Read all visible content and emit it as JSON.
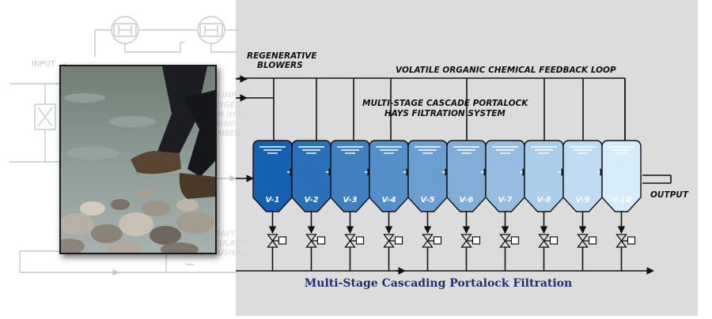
{
  "diagram": {
    "labels": {
      "input": "INPUT",
      "blowers_1": "REGENERATIVE",
      "blowers_2": "BLOWERS",
      "feedback": "VOLATILE ORGANIC CHEMICAL FEEDBACK LOOP",
      "system_1": "MULTI-STAGE CASCADE PORTALOCK",
      "system_2": "HAYS FILTRATION SYSTEM",
      "hios_1": "H IMPACT",
      "hios_2": "XYGEN",
      "hios_3": "EM (HIOS)",
      "hios_4": "IXING",
      "hios_5": "AMBER",
      "output": "OUTPUT",
      "heavy_1": "EAVY",
      "heavy_2": "CULATES",
      "heavy_3": "AND FLUSHING"
    },
    "vessels": [
      "V-1",
      "V-2",
      "V-3",
      "V-4",
      "V-5",
      "V-6",
      "V-7",
      "V-8",
      "V-9",
      "V-10"
    ],
    "caption": "Multi-Stage Cascading Portalock Filtration"
  },
  "colors": {
    "panel_bg": "#dcdcdc",
    "line": "#111111",
    "faded_line": "#c4c8cc",
    "caption": "#1f2f6e",
    "vessel_dark": "#1560b0",
    "vessel_light": "#d6ecfa"
  },
  "icons": [
    "blower-icon",
    "valve-icon",
    "mixing-chamber-icon",
    "photo-image"
  ]
}
